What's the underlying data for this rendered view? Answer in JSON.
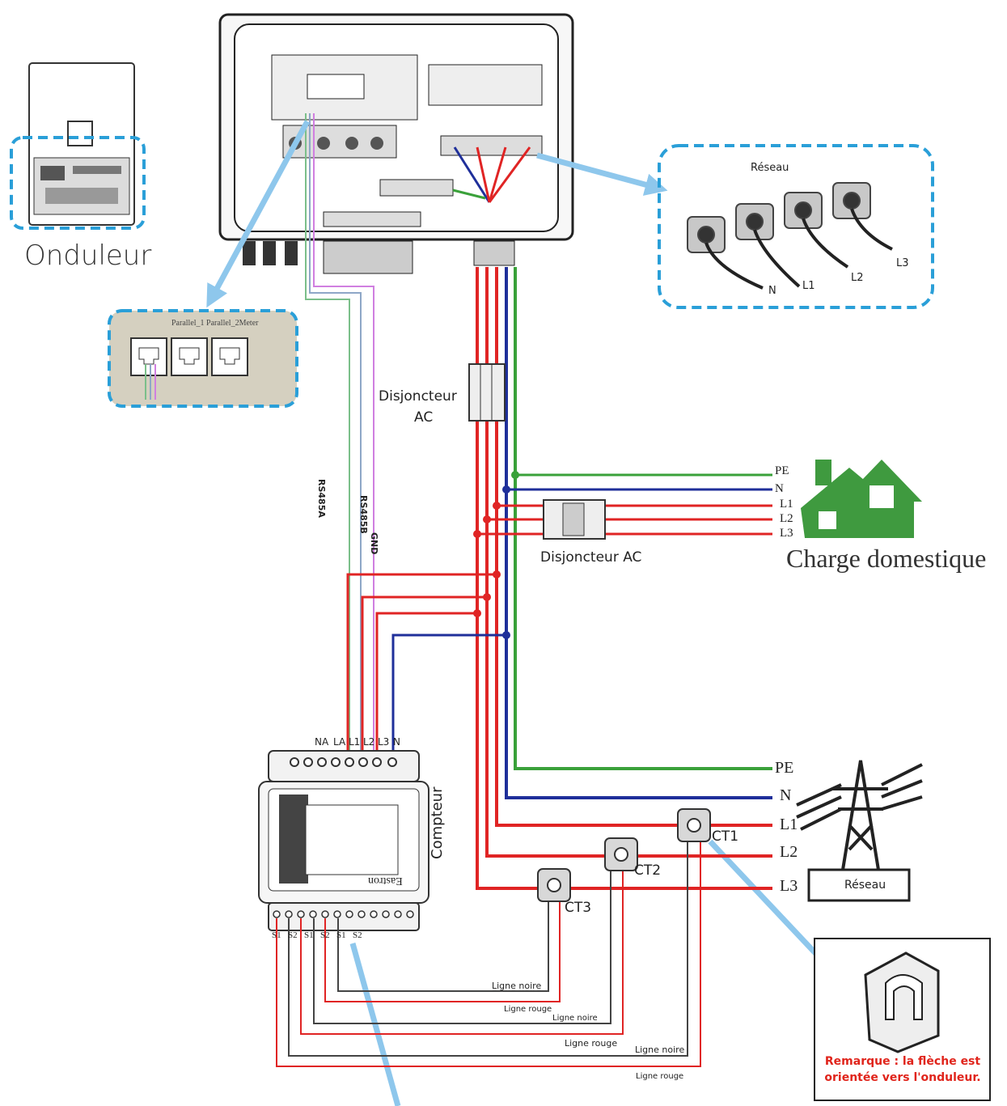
{
  "inverter": {
    "label": "Onduleur"
  },
  "port_panel": {
    "label": "Parallel_1  Parallel_2Meter"
  },
  "grid_box": {
    "title": "Réseau",
    "clamps": [
      "N",
      "L1",
      "L2",
      "L3"
    ]
  },
  "ac_breaker_top": {
    "label_line1": "Disjoncteur",
    "label_line2": "AC"
  },
  "ac_breaker_load": {
    "label": "Disjoncteur AC"
  },
  "load": {
    "label": "Charge domestique",
    "lines": [
      "PE",
      "N",
      "L1",
      "L2",
      "L3"
    ]
  },
  "comm_wires": {
    "a": "RS485A",
    "b": "RS485B",
    "gnd": "GND"
  },
  "meter": {
    "label": "Compteur",
    "brand": "Eastron",
    "top_terminals": [
      "NA",
      "LA",
      "L1",
      "L2",
      "L3",
      "N"
    ],
    "bottom_terminals": [
      "S1",
      "S2",
      "S1",
      "S2",
      "S1",
      "S2"
    ]
  },
  "grid_lines": [
    "PE",
    "N",
    "L1",
    "L2",
    "L3"
  ],
  "grid_tower": {
    "label": "Réseau"
  },
  "ct": [
    "CT1",
    "CT2",
    "CT3"
  ],
  "wire_labels": {
    "black1": "Ligne noire",
    "red1": "Ligne rouge",
    "black2": "Ligne noire",
    "red2": "Ligne rouge",
    "black3": "Ligne noire",
    "red3": "Ligne rouge"
  },
  "remark": {
    "line1": "Remarque : la flèche est",
    "line2": "orientée vers l'onduleur."
  },
  "colors": {
    "red": "#e02424",
    "blue": "#1f2f9a",
    "green": "#3aa13a",
    "highlight": "#2a9fd8",
    "arrow": "#8ec7ec",
    "house": "#3f9a3f"
  }
}
